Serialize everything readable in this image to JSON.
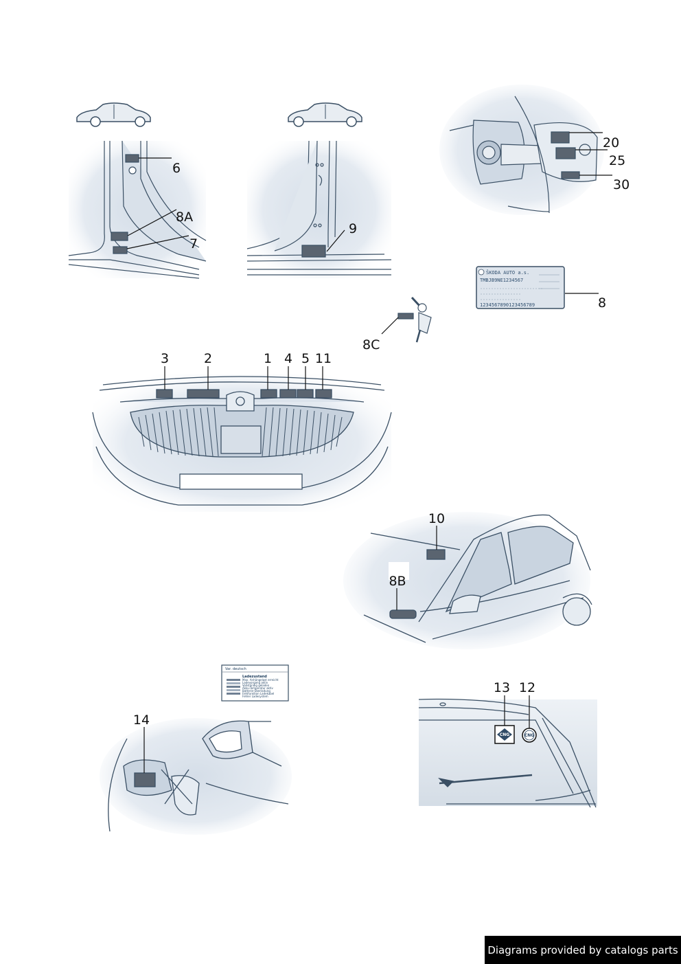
{
  "callouts": [
    "6",
    "8A",
    "7",
    "9",
    "20",
    "25",
    "30",
    "8",
    "8C",
    "3",
    "2",
    "1",
    "4",
    "5",
    "11",
    "10",
    "8B",
    "14",
    "13",
    "12"
  ],
  "plate": {
    "brand": "ŠKODA AUTO a.s.",
    "line1": "TMBJB9NE1234567",
    "number": "1234567890123456789"
  },
  "load_label": {
    "header": "Var. deutsch",
    "title": "Ladezustand",
    "rows": [
      "Max. Anhängelast erreicht",
      "Ladevorgang aktiv",
      "Vollständig geladen",
      "Akku-Temperatur aktiv",
      "Batterie-Überladung",
      "Fehlfunktion Ladekabel",
      "Fehler Ladesystem"
    ]
  },
  "badges": {
    "cng": "CNG"
  },
  "footer": {
    "text": "Diagrams provided by catalogs parts"
  },
  "colors": {
    "line": "#3a4f64",
    "shade": "#c9d4e0",
    "sticker": "#5a6470"
  }
}
